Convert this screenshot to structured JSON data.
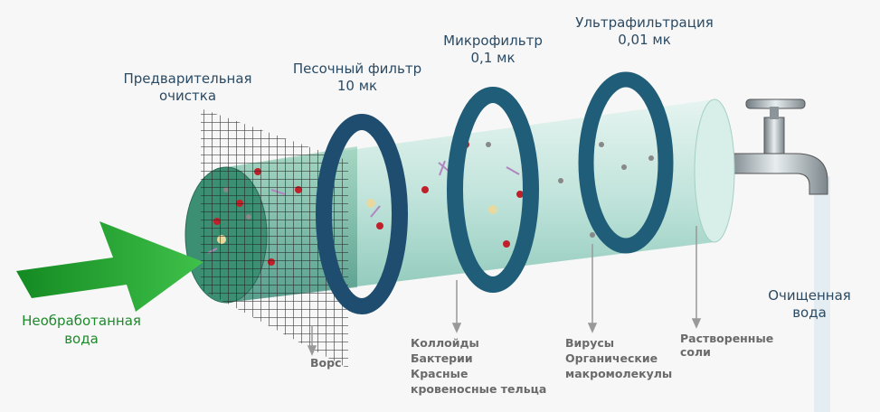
{
  "stages": [
    {
      "name": "Предварительная",
      "name2": "очистка"
    },
    {
      "name": "Песочный фильтр",
      "size": "10 мк"
    },
    {
      "name": "Микрофильтр",
      "size": "0,1 мк"
    },
    {
      "name": "Ультрафильтрация",
      "size": "0,01 мк"
    }
  ],
  "input": {
    "line1": "Необработанная",
    "line2": "вода"
  },
  "output": {
    "line1": "Очищенная",
    "line2": "вода"
  },
  "removed": {
    "prefilter": [
      "Ворс"
    ],
    "sand": [
      "Коллойды",
      "Бактерии",
      "Красные",
      "кровеносные тельца"
    ],
    "micro": [
      "Вирусы",
      "Органические",
      "макромолекулы"
    ],
    "ultra": [
      "Растворенные",
      "соли"
    ]
  },
  "colors": {
    "arrow": "#1f9a2c",
    "ring": "#1f5d78",
    "water": "#bfe3da",
    "label": "#2b4a63"
  }
}
